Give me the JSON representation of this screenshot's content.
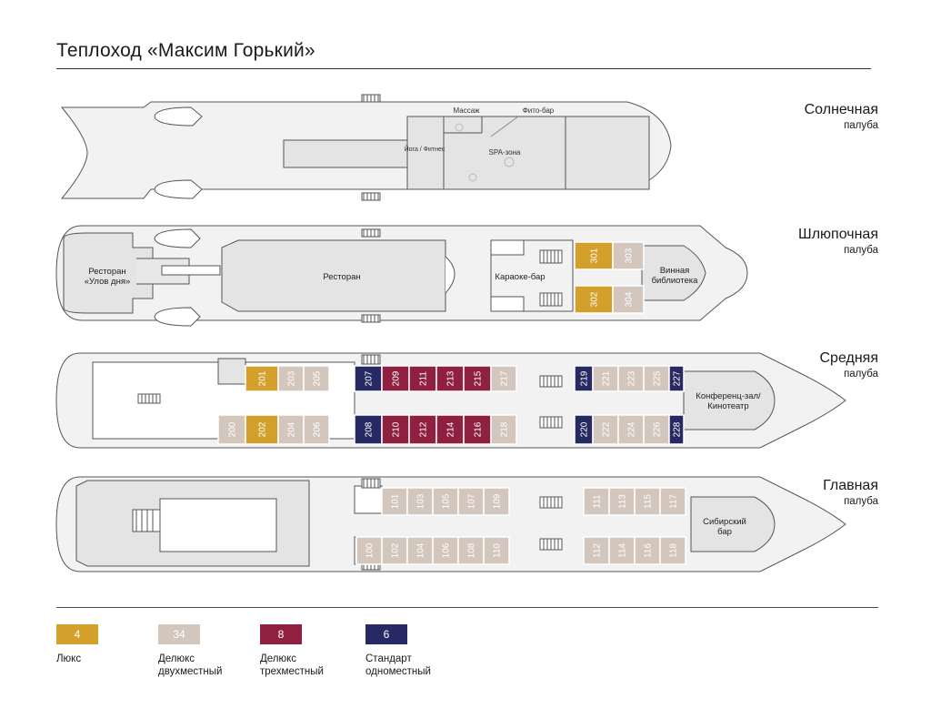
{
  "title": "Теплоход «Максим Горький»",
  "colors": {
    "lux": "#d3a02c",
    "deluxe_double": "#d3c6bd",
    "deluxe_triple": "#8f2040",
    "standard_single": "#272a62",
    "hull_fill": "#f2f2f2",
    "zone_fill": "#e4e4e4",
    "stroke": "#555555"
  },
  "decks": {
    "sun": {
      "name": "Солнечная",
      "sub": "палуба",
      "labels": {
        "massage": "Массаж",
        "phyto": "Фито-бар",
        "yoga": "Йога / Фитнес",
        "spa": "SPA-зона"
      }
    },
    "boat": {
      "name": "Шлюпочная",
      "sub": "палуба",
      "labels": {
        "rest_catch": "Ресторан «Улов дня»",
        "restaurant": "Ресторан",
        "karaoke": "Караоке-бар",
        "wine": "Винная библиотека"
      },
      "cabins": [
        {
          "no": "301",
          "cls": "lux"
        },
        {
          "no": "303",
          "cls": "deluxe_double"
        },
        {
          "no": "302",
          "cls": "lux"
        },
        {
          "no": "304",
          "cls": "deluxe_double"
        }
      ]
    },
    "middle": {
      "name": "Средняя",
      "sub": "палуба",
      "labels": {
        "conference": "Конференц-зал/ Кинотеатр"
      },
      "cabins": [
        {
          "no": "201",
          "cls": "lux"
        },
        {
          "no": "203",
          "cls": "deluxe_double"
        },
        {
          "no": "205",
          "cls": "deluxe_double"
        },
        {
          "no": "207",
          "cls": "standard_single"
        },
        {
          "no": "209",
          "cls": "deluxe_triple"
        },
        {
          "no": "211",
          "cls": "deluxe_triple"
        },
        {
          "no": "213",
          "cls": "deluxe_triple"
        },
        {
          "no": "215",
          "cls": "deluxe_triple"
        },
        {
          "no": "217",
          "cls": "deluxe_double"
        },
        {
          "no": "219",
          "cls": "standard_single"
        },
        {
          "no": "221",
          "cls": "deluxe_double"
        },
        {
          "no": "223",
          "cls": "deluxe_double"
        },
        {
          "no": "225",
          "cls": "deluxe_double"
        },
        {
          "no": "227",
          "cls": "standard_single"
        },
        {
          "no": "200",
          "cls": "deluxe_double"
        },
        {
          "no": "202",
          "cls": "lux"
        },
        {
          "no": "204",
          "cls": "deluxe_double"
        },
        {
          "no": "206",
          "cls": "deluxe_double"
        },
        {
          "no": "208",
          "cls": "standard_single"
        },
        {
          "no": "210",
          "cls": "deluxe_triple"
        },
        {
          "no": "212",
          "cls": "deluxe_triple"
        },
        {
          "no": "214",
          "cls": "deluxe_triple"
        },
        {
          "no": "216",
          "cls": "deluxe_triple"
        },
        {
          "no": "218",
          "cls": "deluxe_double"
        },
        {
          "no": "220",
          "cls": "standard_single"
        },
        {
          "no": "222",
          "cls": "deluxe_double"
        },
        {
          "no": "224",
          "cls": "deluxe_double"
        },
        {
          "no": "226",
          "cls": "deluxe_double"
        },
        {
          "no": "228",
          "cls": "standard_single"
        }
      ]
    },
    "main": {
      "name": "Главная",
      "sub": "палуба",
      "labels": {
        "siberian": "Сибирский бар"
      },
      "cabins": [
        {
          "no": "101"
        },
        {
          "no": "103"
        },
        {
          "no": "105"
        },
        {
          "no": "107"
        },
        {
          "no": "109"
        },
        {
          "no": "111"
        },
        {
          "no": "113"
        },
        {
          "no": "115"
        },
        {
          "no": "117"
        },
        {
          "no": "100"
        },
        {
          "no": "102"
        },
        {
          "no": "104"
        },
        {
          "no": "106"
        },
        {
          "no": "108"
        },
        {
          "no": "110"
        },
        {
          "no": "112"
        },
        {
          "no": "114"
        },
        {
          "no": "116"
        },
        {
          "no": "118"
        }
      ]
    }
  },
  "legend": [
    {
      "count": "4",
      "label": "Люкс",
      "cls": "lux"
    },
    {
      "count": "34",
      "label": "Делюкс двухместный",
      "cls": "deluxe_double"
    },
    {
      "count": "8",
      "label": "Делюкс трехместный",
      "cls": "deluxe_triple"
    },
    {
      "count": "6",
      "label": "Стандарт одноместный",
      "cls": "standard_single"
    }
  ]
}
